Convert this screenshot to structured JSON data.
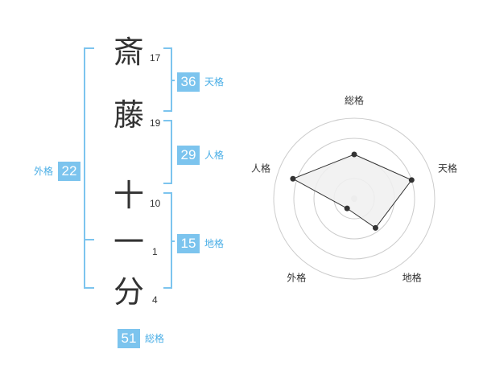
{
  "name_chars": [
    {
      "char": "斎",
      "strokes": "17"
    },
    {
      "char": "藤",
      "strokes": "19"
    },
    {
      "char": "十",
      "strokes": "10"
    },
    {
      "char": "一",
      "strokes": "1"
    },
    {
      "char": "分",
      "strokes": "4"
    }
  ],
  "fortunes": {
    "tenkaku": {
      "value": "36",
      "label": "天格"
    },
    "jinkaku": {
      "value": "29",
      "label": "人格"
    },
    "chikaku": {
      "value": "15",
      "label": "地格"
    },
    "gaikaku": {
      "value": "22",
      "label": "外格"
    },
    "soukaku": {
      "value": "51",
      "label": "総格"
    }
  },
  "radar": {
    "axes": [
      "総格",
      "天格",
      "地格",
      "外格",
      "人格"
    ],
    "levels": [
      0.55,
      0.75,
      0.45,
      0.15,
      0.8
    ],
    "fill_color": "#f0f0f0",
    "stroke_color": "#333333",
    "ring_color": "#cccccc"
  },
  "colors": {
    "badge_bg": "#7cc4ee",
    "label_text": "#4aaee6",
    "bracket": "#7cc4ee"
  }
}
